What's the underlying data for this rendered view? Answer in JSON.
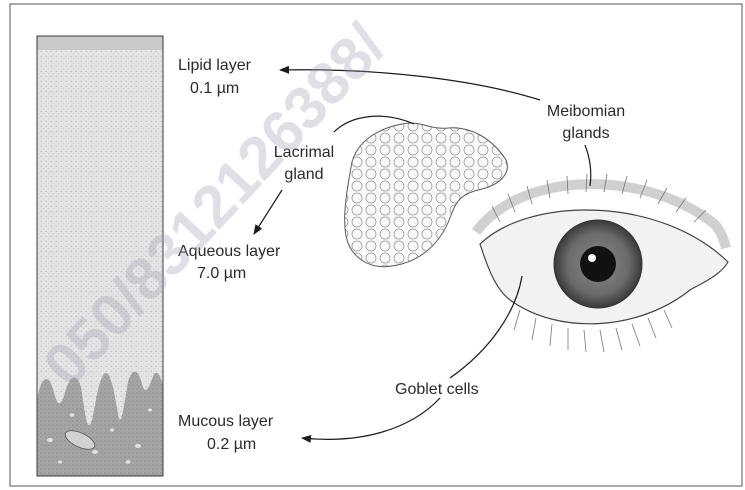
{
  "labels": {
    "lipid_name": "Lipid layer",
    "lipid_value": "0.1 µm",
    "aqueous_name": "Aqueous layer",
    "aqueous_value": "7.0 µm",
    "mucous_name": "Mucous layer",
    "mucous_value": "0.2 µm",
    "lacrimal_line1": "Lacrimal",
    "lacrimal_line2": "gland",
    "meibomian_line1": "Meibomian",
    "meibomian_line2": "glands",
    "goblet": "Goblet cells"
  },
  "watermark": {
    "text": "050/8312126388/"
  },
  "colors": {
    "lipid_band": "#c9c9c9",
    "film_body": "#e2e2e2",
    "mucous_layer": "#a8a8a8",
    "iris": "#6e6e6e",
    "pupil": "#111111",
    "line": "#1a1a1a"
  }
}
